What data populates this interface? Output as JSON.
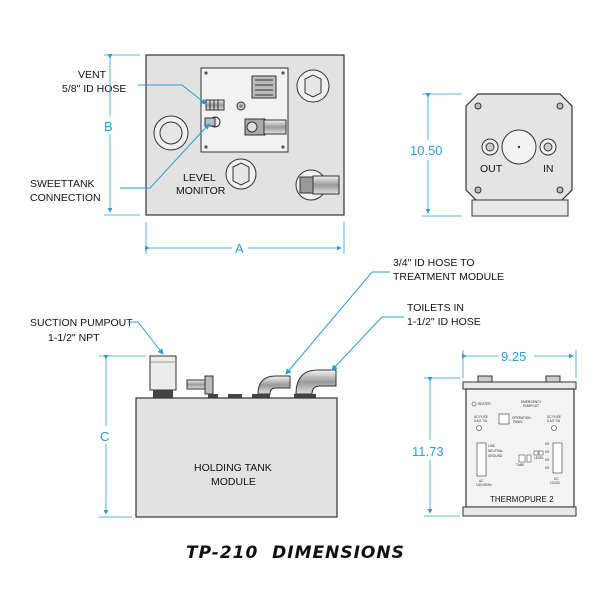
{
  "title": "TP-210  DIMENSIONS",
  "top_view": {
    "vent_line1": "VENT",
    "vent_line2": "5/8\" ID HOSE",
    "sweettank_line1": "SWEETTANK",
    "sweettank_line2": "CONNECTION",
    "level_line1": "LEVEL",
    "level_line2": "MONITOR",
    "dim_b": "B",
    "dim_a": "A"
  },
  "side_view": {
    "dim_height": "10.50",
    "out_label": "OUT",
    "in_label": "IN"
  },
  "front_view": {
    "hose_line1": "3/4\" ID HOSE TO",
    "hose_line2": "TREATMENT MODULE",
    "toilets_line1": "TOILETS IN",
    "toilets_line2": "1-1/2\" ID HOSE",
    "suction_line1": "SUCTION PUMPOUT",
    "suction_line2": "1-1/2\" NPT",
    "dim_c": "C",
    "module_line1": "HOLDING TANK",
    "module_line2": "MODULE"
  },
  "thermo_view": {
    "dim_width": "9.25",
    "dim_height": "11.73",
    "name": "THERMOPURE 2",
    "panel": {
      "heater": "HEATER",
      "emergency_1": "EMERGENCY",
      "emergency_2": "PUMPOUT",
      "ac_fuse_1": "AC FUSE",
      "ac_fuse_2": "5 A/2 T/A",
      "dc_fuse_1": "DC FUSE",
      "dc_fuse_2": "5 A/2 T/A",
      "operation_1": "OPERATION",
      "operation_2": "PANEL",
      "line": "LINE",
      "neutral": "NEUTRAL",
      "ground": "GROUND",
      "ac": "AC",
      "ac_in": "120V/60Hz",
      "dc": "DC",
      "dc_in": "12VDC",
      "level": "LEVEL",
      "tank": "TANK"
    }
  }
}
